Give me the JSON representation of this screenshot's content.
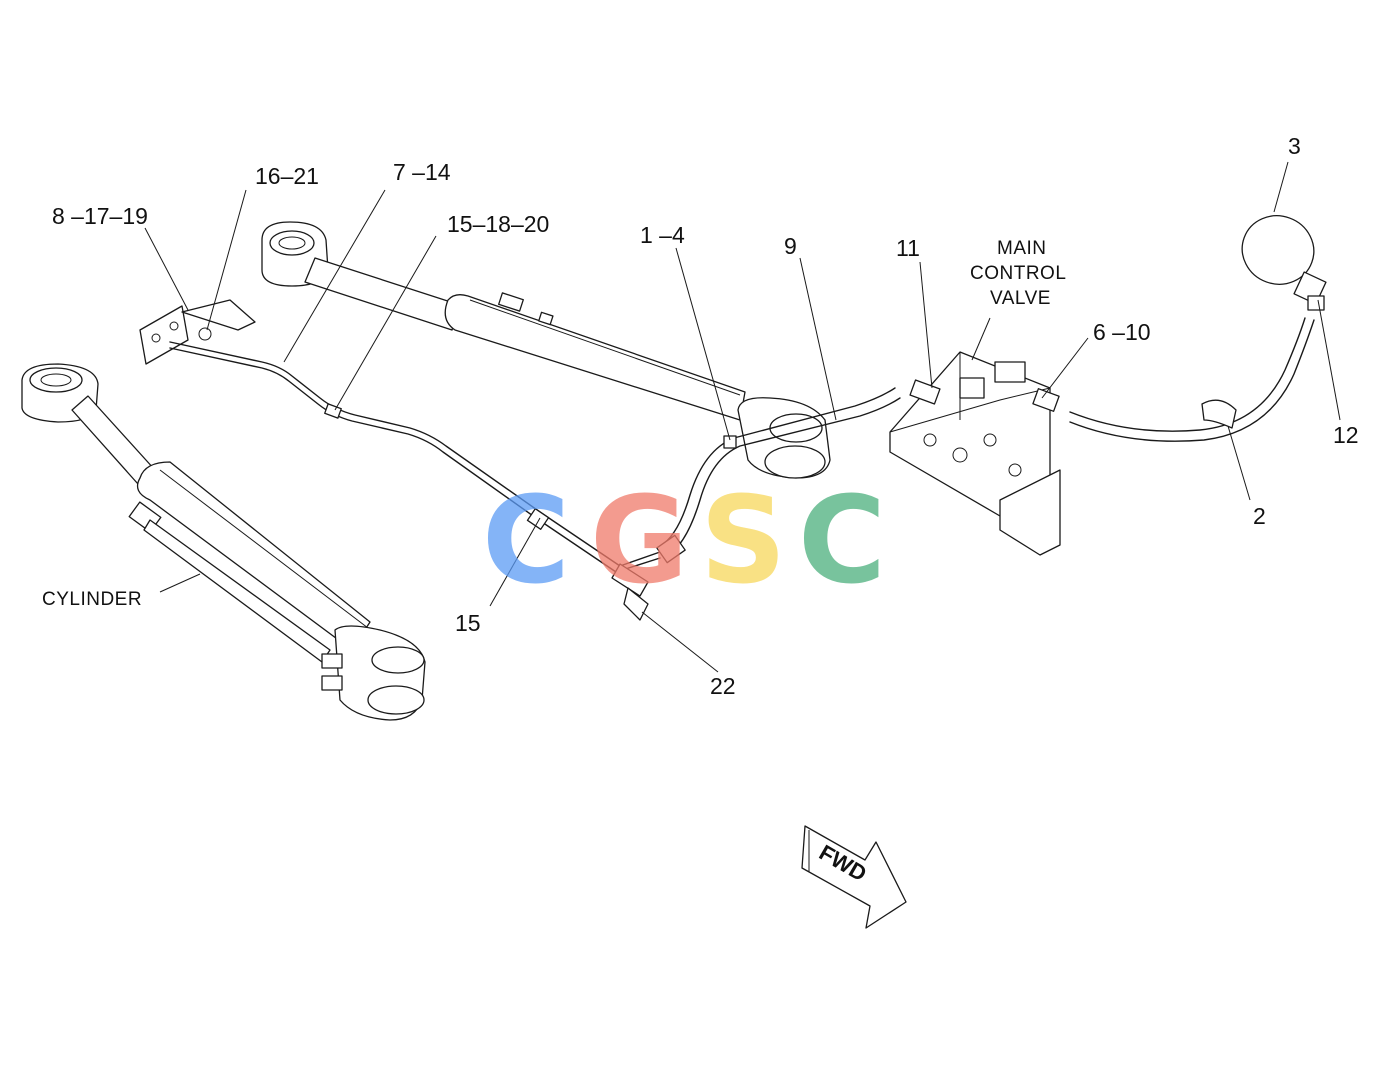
{
  "labels": {
    "l_8_17_19": "8 –17–19",
    "l_16_21": "16–21",
    "l_7_14": "7 –14",
    "l_15_18_20": "15–18–20",
    "l_1_4": "1 –4",
    "l_9": "9",
    "l_11": "11",
    "main_control_valve": [
      "MAIN",
      "CONTROL",
      "VALVE"
    ],
    "l_6_10": "6 –10",
    "l_3": "3",
    "l_12": "12",
    "l_2": "2",
    "l_15": "15",
    "l_22": "22",
    "cylinder": "CYLINDER",
    "fwd": "FWD"
  },
  "watermark": {
    "letters": [
      "C",
      "G",
      "S",
      "C"
    ],
    "colors": [
      "#5b9bf5",
      "#f07a6a",
      "#f7d85c",
      "#4caf7d"
    ]
  }
}
